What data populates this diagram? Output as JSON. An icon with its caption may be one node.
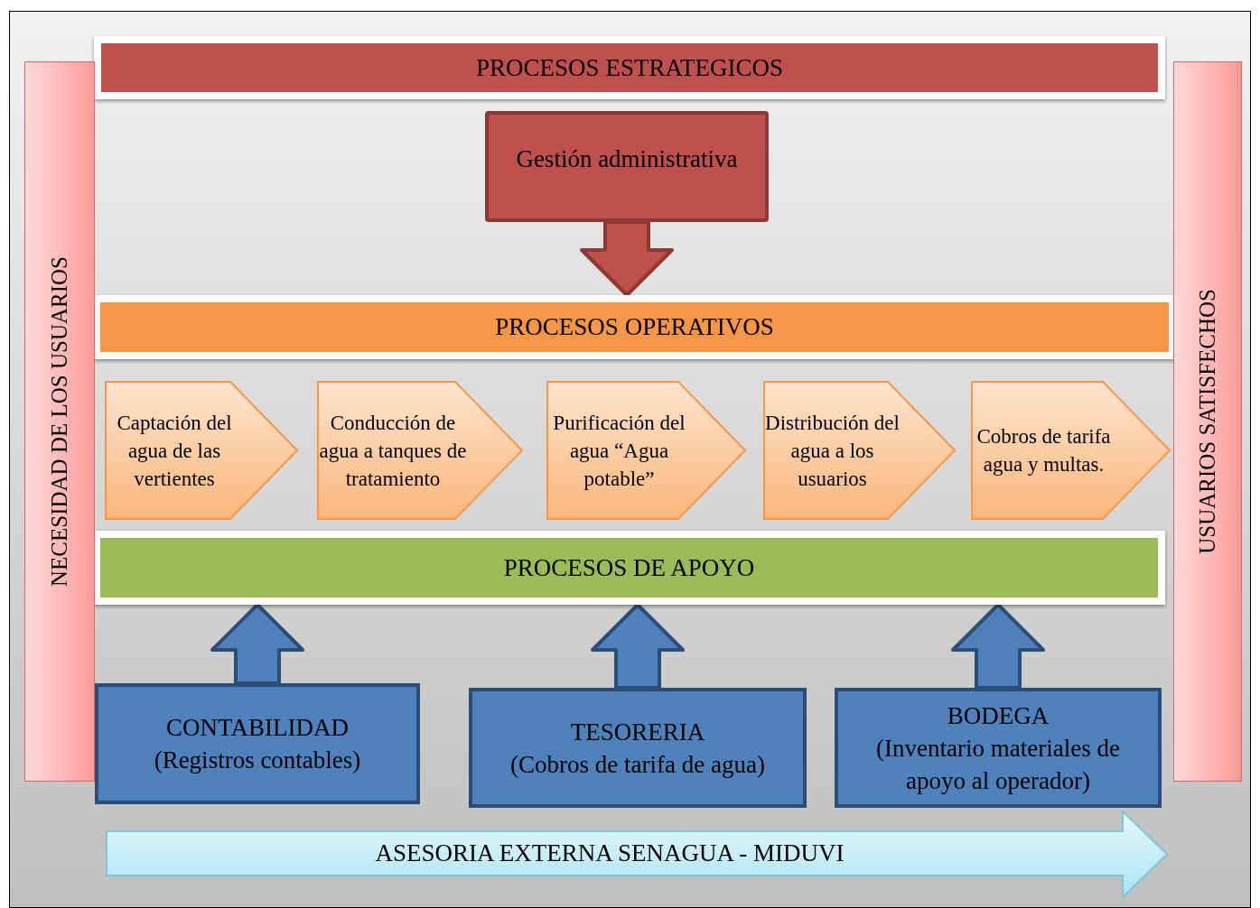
{
  "diagram": {
    "nodes": [
      {
        "text": [
          "PROCESOS ESTRATEGICOS"
        ]
      },
      {
        "text": [
          "Gestión administrativa"
        ]
      },
      {
        "text": [
          "PROCESOS OPERATIVOS"
        ]
      },
      {
        "text": [
          "Captación del agua de las vertientes"
        ]
      },
      {
        "text": [
          "Conducción de agua a tanques de tratamiento"
        ]
      },
      {
        "text": [
          "Purificación del agua “Agua potable”"
        ]
      },
      {
        "text": [
          "Distribución del agua a los usuarios"
        ]
      },
      {
        "text": [
          "Cobros de tarifa agua y multas."
        ]
      },
      {
        "text": [
          "PROCESOS DE APOYO"
        ]
      },
      {
        "text": [
          "CONTABILIDAD",
          "(Registros contables)"
        ]
      },
      {
        "text": [
          "TESORERIA",
          "(Cobros de tarifa de agua)"
        ]
      },
      {
        "text": [
          "BODEGA",
          "(Inventario materiales de apoyo al operador)"
        ]
      },
      {
        "text": [
          "ASESORIA EXTERNA SENAGUA - MIDUVI"
        ]
      },
      {
        "text": [
          "NECESIDAD DE LOS USUARIOS"
        ]
      },
      {
        "text": [
          "USUARIOS SATISFECHOS"
        ]
      }
    ],
    "edges": [
      {
        "from": 1,
        "to": 2,
        "arrow": "to",
        "style": "thick",
        "color": "#c0504d"
      },
      {
        "from": 9,
        "to": 8,
        "arrow": "to",
        "style": "thick"
      },
      {
        "from": 10,
        "to": 8,
        "arrow": "to",
        "style": "thick"
      },
      {
        "from": 11,
        "to": 8,
        "arrow": "to",
        "style": "thick"
      }
    ]
  }
}
